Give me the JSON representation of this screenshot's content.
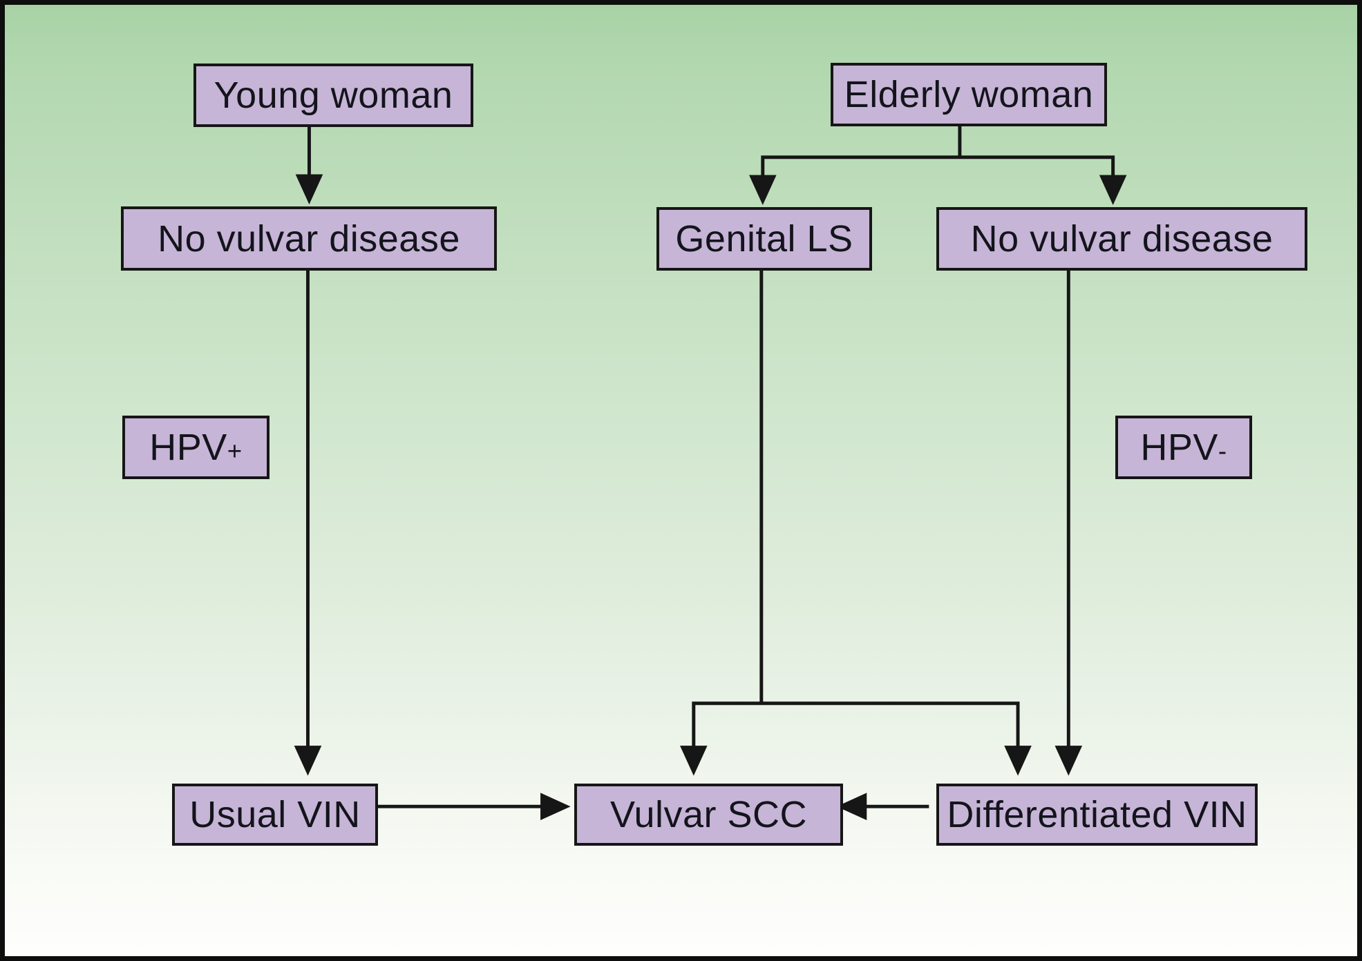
{
  "diagram": {
    "type": "flowchart",
    "description": "Pathogenesis flowchart: routes from young and elderly women to vulvar SCC via usual VIN (HPV+) and differentiated VIN (HPV-)",
    "colors": {
      "background_top": "#a8d2a6",
      "background_bottom": "#fefefd",
      "node_fill": "#c6b5d6",
      "node_border": "#161616",
      "connector": "#161616"
    }
  },
  "nodes": {
    "young_woman": {
      "label": "Young woman"
    },
    "no_vulvar_disease_left": {
      "label": "No vulvar disease"
    },
    "elderly_woman": {
      "label": "Elderly woman"
    },
    "genital_ls": {
      "label": "Genital LS"
    },
    "no_vulvar_disease_right": {
      "label": "No vulvar disease"
    },
    "hpv_positive": {
      "label": "HPV",
      "sup": "+"
    },
    "hpv_negative": {
      "label": "HPV",
      "sup": "-"
    },
    "usual_vin": {
      "label": "Usual VIN"
    },
    "vulvar_scc": {
      "label": "Vulvar SCC"
    },
    "differentiated_vin": {
      "label": "Differentiated VIN"
    }
  },
  "edges": [
    {
      "from": "Young woman",
      "to": "No vulvar disease (left)"
    },
    {
      "from": "No vulvar disease (left)",
      "to": "Usual VIN",
      "pathway_label": "HPV+"
    },
    {
      "from": "Elderly woman",
      "to": "Genital LS"
    },
    {
      "from": "Elderly woman",
      "to": "No vulvar disease (right)"
    },
    {
      "from": "Genital LS",
      "to": "Vulvar SCC"
    },
    {
      "from": "Genital LS",
      "to": "Differentiated VIN"
    },
    {
      "from": "No vulvar disease (right)",
      "to": "Differentiated VIN",
      "pathway_label": "HPV-"
    },
    {
      "from": "Usual VIN",
      "to": "Vulvar SCC"
    },
    {
      "from": "Differentiated VIN",
      "to": "Vulvar SCC"
    }
  ]
}
